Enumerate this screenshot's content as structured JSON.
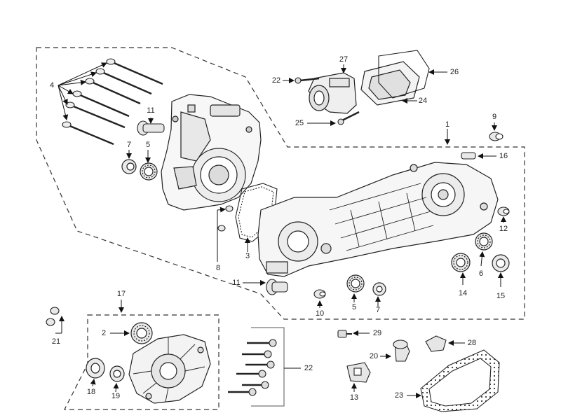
{
  "diagram": {
    "callouts": [
      {
        "id": "c1",
        "text": "1"
      },
      {
        "id": "c2",
        "text": "2"
      },
      {
        "id": "c3",
        "text": "3"
      },
      {
        "id": "c4",
        "text": "4"
      },
      {
        "id": "c5a",
        "text": "5"
      },
      {
        "id": "c5b",
        "text": "5"
      },
      {
        "id": "c6",
        "text": "6"
      },
      {
        "id": "c7a",
        "text": "7"
      },
      {
        "id": "c7b",
        "text": "7"
      },
      {
        "id": "c8",
        "text": "8"
      },
      {
        "id": "c9",
        "text": "9"
      },
      {
        "id": "c10",
        "text": "10"
      },
      {
        "id": "c11a",
        "text": "11"
      },
      {
        "id": "c11b",
        "text": "11"
      },
      {
        "id": "c12",
        "text": "12"
      },
      {
        "id": "c13",
        "text": "13"
      },
      {
        "id": "c14",
        "text": "14"
      },
      {
        "id": "c15",
        "text": "15"
      },
      {
        "id": "c16",
        "text": "16"
      },
      {
        "id": "c17",
        "text": "17"
      },
      {
        "id": "c18",
        "text": "18"
      },
      {
        "id": "c19",
        "text": "19"
      },
      {
        "id": "c20",
        "text": "20"
      },
      {
        "id": "c21",
        "text": "21"
      },
      {
        "id": "c22a",
        "text": "22"
      },
      {
        "id": "c22b",
        "text": "22"
      },
      {
        "id": "c23",
        "text": "23"
      },
      {
        "id": "c24",
        "text": "24"
      },
      {
        "id": "c25",
        "text": "25"
      },
      {
        "id": "c26",
        "text": "26"
      },
      {
        "id": "c27",
        "text": "27"
      },
      {
        "id": "c28",
        "text": "28"
      },
      {
        "id": "c29",
        "text": "29"
      }
    ]
  }
}
